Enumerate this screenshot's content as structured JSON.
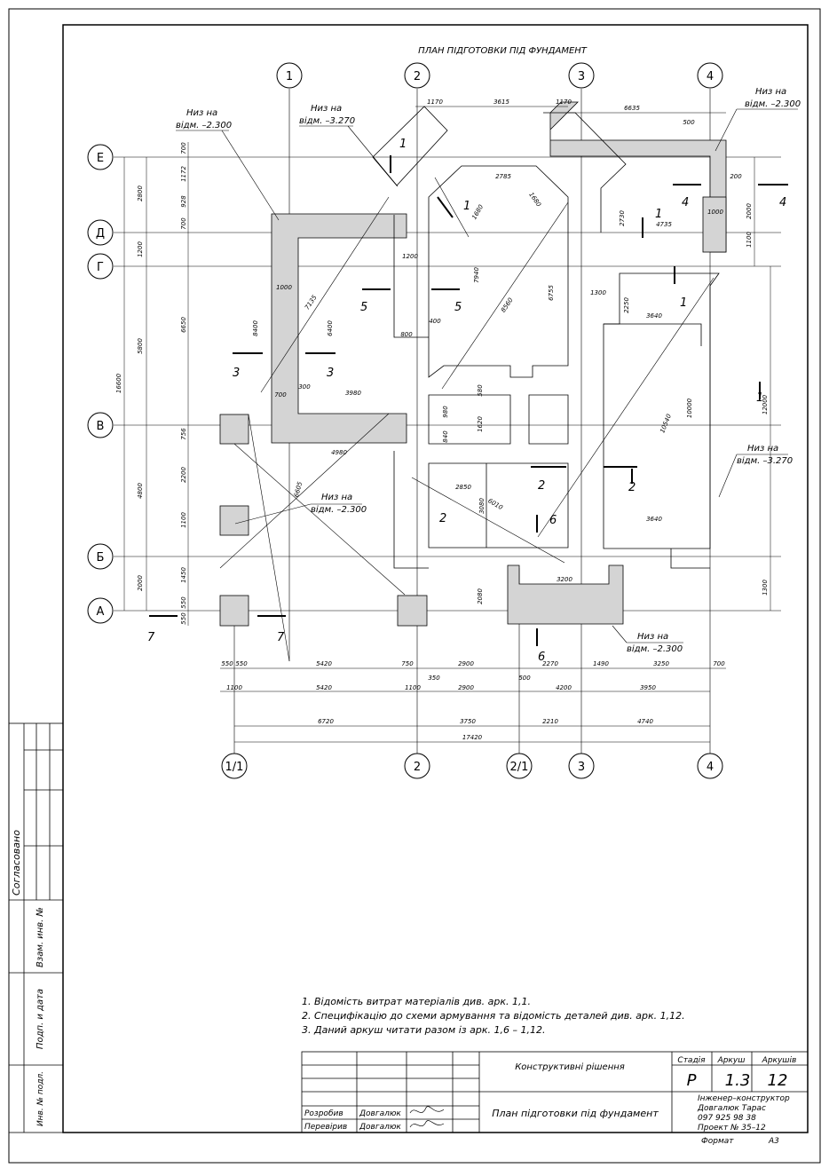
{
  "title": "ПЛАН ПІДГОТОВКИ ПІД ФУНДАМЕНТ",
  "axes_top": [
    "1",
    "2",
    "3",
    "4"
  ],
  "axes_bottom": [
    "1/1",
    "2",
    "2/1",
    "3",
    "4"
  ],
  "axes_left": [
    "Е",
    "Д",
    "Г",
    "В",
    "Б",
    "А"
  ],
  "level_labels": [
    {
      "l1": "Низ на",
      "l2": "відм. –2.300"
    },
    {
      "l1": "Низ на",
      "l2": "відм. –3.270"
    },
    {
      "l1": "Низ на",
      "l2": "відм. –2.300"
    },
    {
      "l1": "Низ на",
      "l2": "відм. –2.300"
    },
    {
      "l1": "Низ на",
      "l2": "відм. –3.270"
    },
    {
      "l1": "Низ на",
      "l2": "відм. –2.300"
    }
  ],
  "dims_top": [
    "1170",
    "3615",
    "1170",
    "6635",
    "500"
  ],
  "dims_bottom_row1": [
    "550",
    "550",
    "5420",
    "750",
    "2900",
    "2270",
    "1490",
    "3250",
    "700"
  ],
  "dims_bottom_row2": [
    "1100",
    "5420",
    "1100",
    "350",
    "2900",
    "500",
    "4200",
    "3950"
  ],
  "dims_bottom_row3": [
    "6720",
    "3750",
    "2210",
    "4740"
  ],
  "dims_bottom_total": "17420",
  "dims_left_outer": [
    "2800",
    "1200",
    "5800",
    "4800",
    "2000"
  ],
  "dims_left_total": "16600",
  "dims_left_inner": [
    "700",
    "1172",
    "928",
    "700",
    "6650",
    "756",
    "2200",
    "1100",
    "1450",
    "550",
    "550"
  ],
  "dims_right": [
    "2000",
    "1100",
    "12000",
    "1300"
  ],
  "dims_inner": [
    "2785",
    "1680",
    "1680",
    "7940",
    "8560",
    "6755",
    "8400",
    "7135",
    "6400",
    "3980",
    "4980",
    "10540",
    "10000",
    "3640",
    "3640",
    "2850",
    "3080",
    "6010",
    "3200",
    "2080",
    "1200",
    "1000",
    "300",
    "700",
    "400",
    "800",
    "980",
    "840",
    "1620",
    "580",
    "2250",
    "1300",
    "2730",
    "4735",
    "200",
    "1000",
    "6605"
  ],
  "section_marks": [
    "1",
    "1",
    "1",
    "1",
    "1",
    "2",
    "2",
    "2",
    "3",
    "3",
    "4",
    "4",
    "5",
    "5",
    "6",
    "6",
    "7",
    "7"
  ],
  "notes": [
    "1. Відомість витрат матеріалів див. арк. 1,1.",
    "2. Специфікацію до схеми армування та відомість деталей див. арк. 1,12.",
    "3. Даний аркуш читати разом із арк. 1,6 – 1,12."
  ],
  "side_stamps": [
    "Согласовано",
    "Взам. инв. №",
    "Подп. и дата",
    "Инв. № подл."
  ],
  "title_block": {
    "project_type": "Конструктивні рішення",
    "stage_label": "Стадія",
    "sheet_label": "Аркуш",
    "sheets_label": "Аркушів",
    "stage": "Р",
    "sheet": "1.3",
    "sheets": "12",
    "role1": "Розробив",
    "role2": "Перевірив",
    "person1": "Довгалюк",
    "person2": "Довгалюк",
    "drawing_name": "План підготовки під фундамент",
    "company_line1": "Інженер–конструктор",
    "company_line2": "Довгалюк Тарас",
    "company_line3": "097 925 98 38",
    "company_line4": "Проект № 35–12",
    "format_label": "Формат",
    "format_value": "А3"
  }
}
